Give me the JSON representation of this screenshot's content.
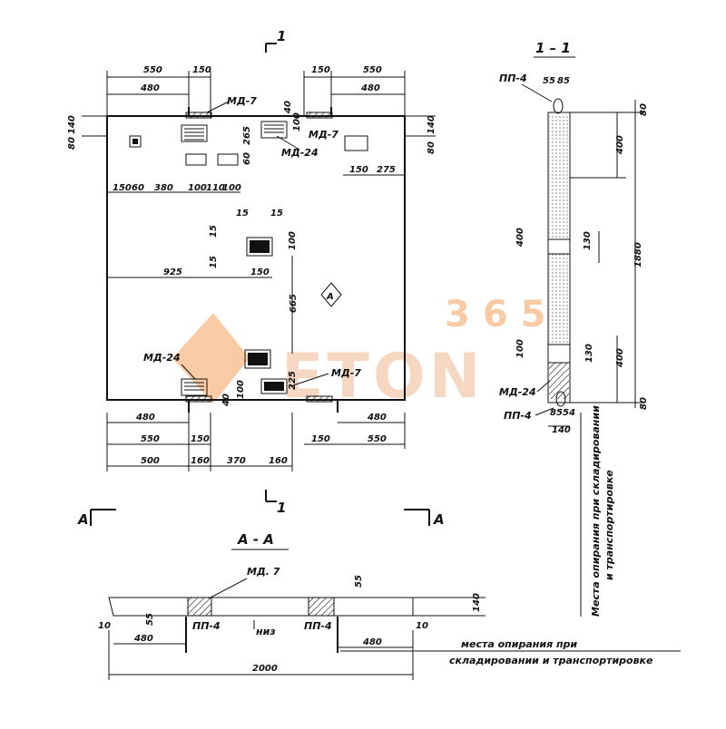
{
  "section_marks": {
    "one": "1",
    "a": "A"
  },
  "view_titles": {
    "section_1_1": "1 – 1",
    "section_a_a": "А - А"
  },
  "labels": {
    "md7": "МД-7",
    "md24": "МД-24",
    "md7_alt": "МД. 7",
    "pp4": "ПП-4",
    "niz": "низ",
    "zone_a": "А"
  },
  "plan_dims": {
    "top_left_550": "550",
    "top_left_150": "150",
    "top_left_480": "480",
    "top_right_150": "150",
    "top_right_550": "550",
    "top_right_480": "480",
    "left_140": "140",
    "left_80": "80",
    "right_140": "140",
    "right_80": "80",
    "d40": "40",
    "d100a": "100",
    "d265": "265",
    "d60": "60",
    "d150b": "150",
    "d275": "275",
    "row_150": "150",
    "row_60": "60",
    "row_380": "380",
    "row_100a": "100",
    "row_110": "110",
    "row_100b": "100",
    "d15a": "15",
    "d15b": "15",
    "d15c": "15",
    "d15d": "15",
    "d100c": "100",
    "d925": "925",
    "d150c": "150",
    "d665": "665",
    "d100d": "100",
    "d225": "225",
    "d40b": "40",
    "bot_480a": "480",
    "bot_480b": "480",
    "bot_550a": "550",
    "bot_150a": "150",
    "bot_150b": "150",
    "bot_550b": "550",
    "bot_500": "500",
    "bot_160a": "160",
    "bot_370": "370",
    "bot_160b": "160"
  },
  "section_dims": {
    "d55": "55",
    "d85": "85",
    "d80t": "80",
    "d400t": "400",
    "d400m": "400",
    "d130m": "130",
    "d1880": "1880",
    "d100": "100",
    "d130b": "130",
    "d400b": "400",
    "d80b": "80",
    "d85b": "85",
    "d54": "54",
    "d140": "140"
  },
  "aa_dims": {
    "d55": "55",
    "d140": "140",
    "d10l": "10",
    "d55b": "55",
    "d480l": "480",
    "d10r": "10",
    "d480r": "480",
    "d2000": "2000"
  },
  "notes": {
    "support_vertical_1": "Места опирания при складировании",
    "support_vertical_2": "и транспортировке",
    "support_bottom_1": "места опирания при",
    "support_bottom_2": "складировании и транспортировке"
  },
  "watermark": {
    "brand": "ETON",
    "number": "365",
    "accent": "#f5a15a"
  }
}
